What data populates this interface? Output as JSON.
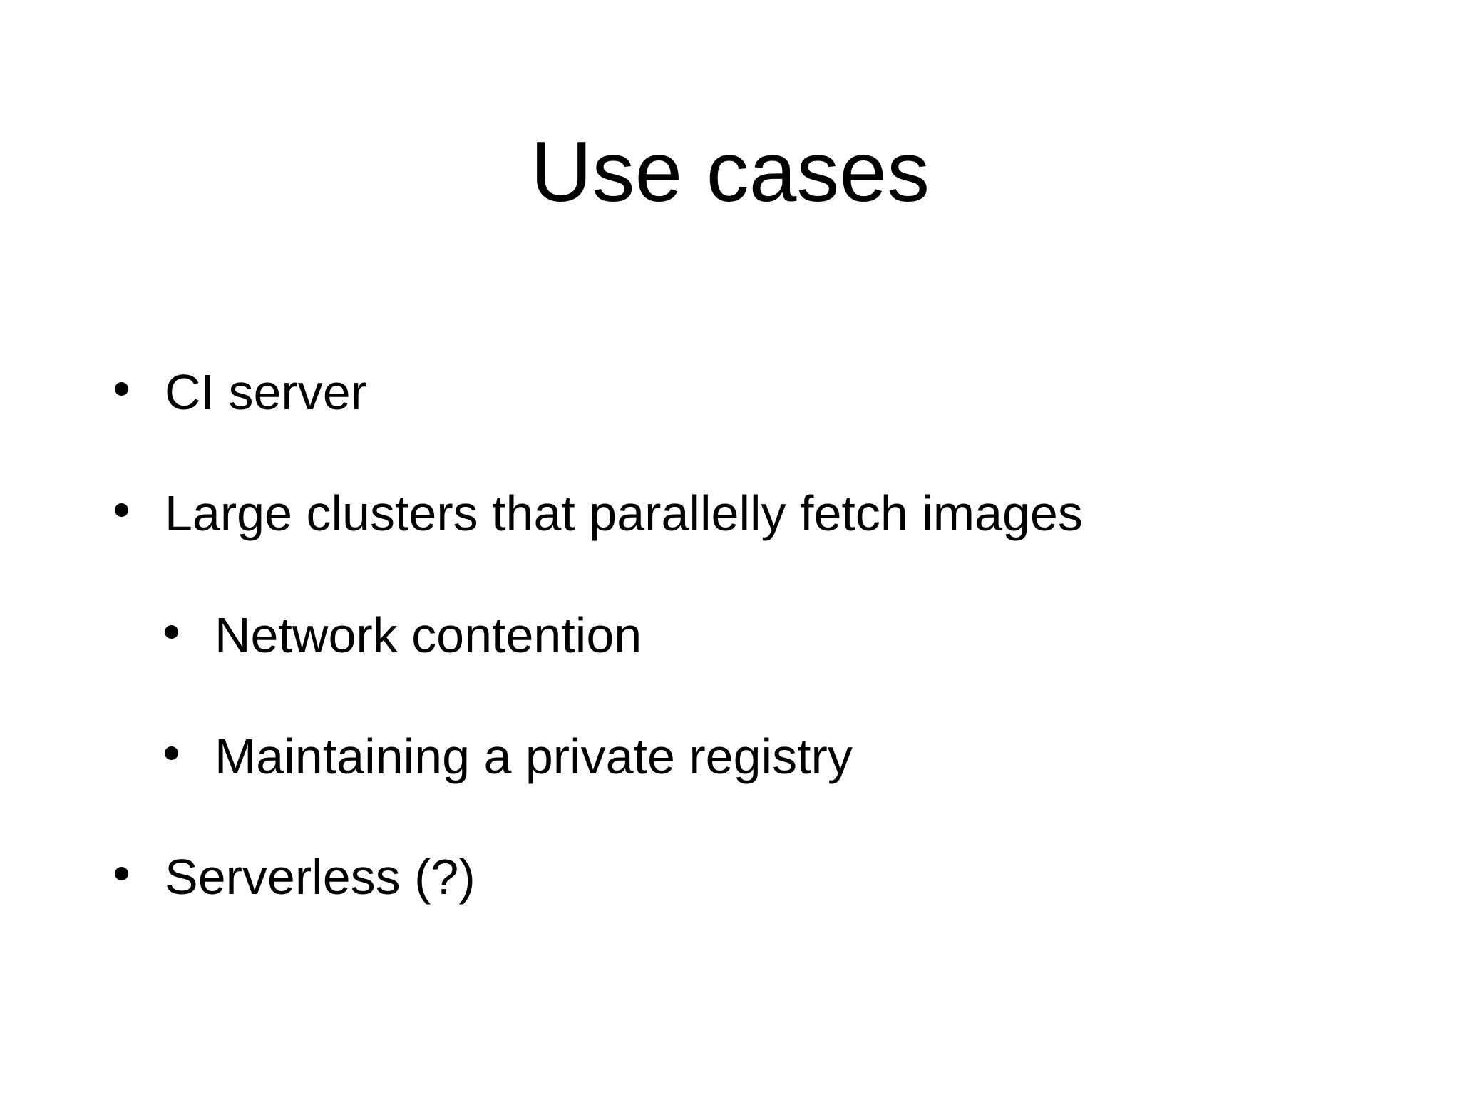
{
  "slide": {
    "title": "Use cases",
    "bullets": [
      {
        "level": 1,
        "text": "CI server"
      },
      {
        "level": 1,
        "text": "Large clusters that parallelly fetch images"
      },
      {
        "level": 2,
        "text": "Network contention"
      },
      {
        "level": 2,
        "text": "Maintaining a private registry"
      },
      {
        "level": 1,
        "text": "Serverless (?)"
      }
    ],
    "colors": {
      "background": "#ffffff",
      "text": "#000000"
    }
  }
}
